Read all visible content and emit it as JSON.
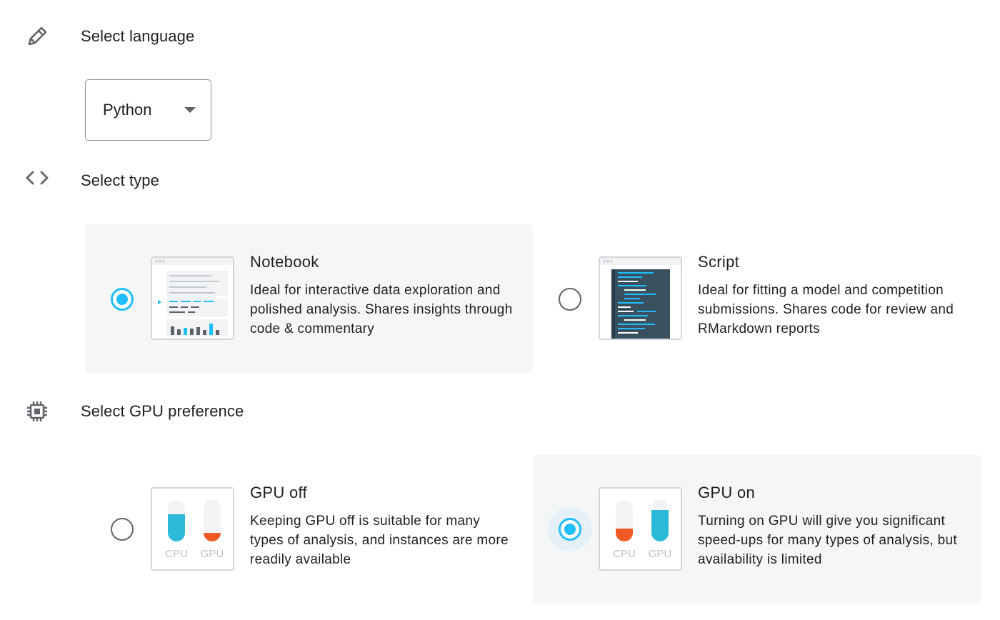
{
  "language": {
    "heading": "Select language",
    "icon": "pencil-icon",
    "selected": "Python"
  },
  "type": {
    "heading": "Select type",
    "icon": "code-icon",
    "options": [
      {
        "title": "Notebook",
        "description": "Ideal for interactive data exploration and polished analysis. Shares insights through code & commentary",
        "selected": true
      },
      {
        "title": "Script",
        "description": "Ideal for fitting a model and competition submissions. Shares code for review and RMarkdown reports",
        "selected": false
      }
    ]
  },
  "gpu": {
    "heading": "Select GPU preference",
    "icon": "chip-icon",
    "options": [
      {
        "title": "GPU off",
        "description": "Keeping GPU off is suitable for many types of analysis, and instances are more readily available",
        "selected": false,
        "cpu_label": "CPU",
        "gpu_label": "GPU"
      },
      {
        "title": "GPU on",
        "description": "Turning on GPU will give you significant speed-ups for many types of analysis, but availability is limited",
        "selected": true,
        "cpu_label": "CPU",
        "gpu_label": "GPU"
      }
    ]
  },
  "colors": {
    "accent": "#20beff",
    "gpu_orange": "#f15a24",
    "cpu_blue": "#2dbad8",
    "selected_bg": "#f5f6f6"
  }
}
